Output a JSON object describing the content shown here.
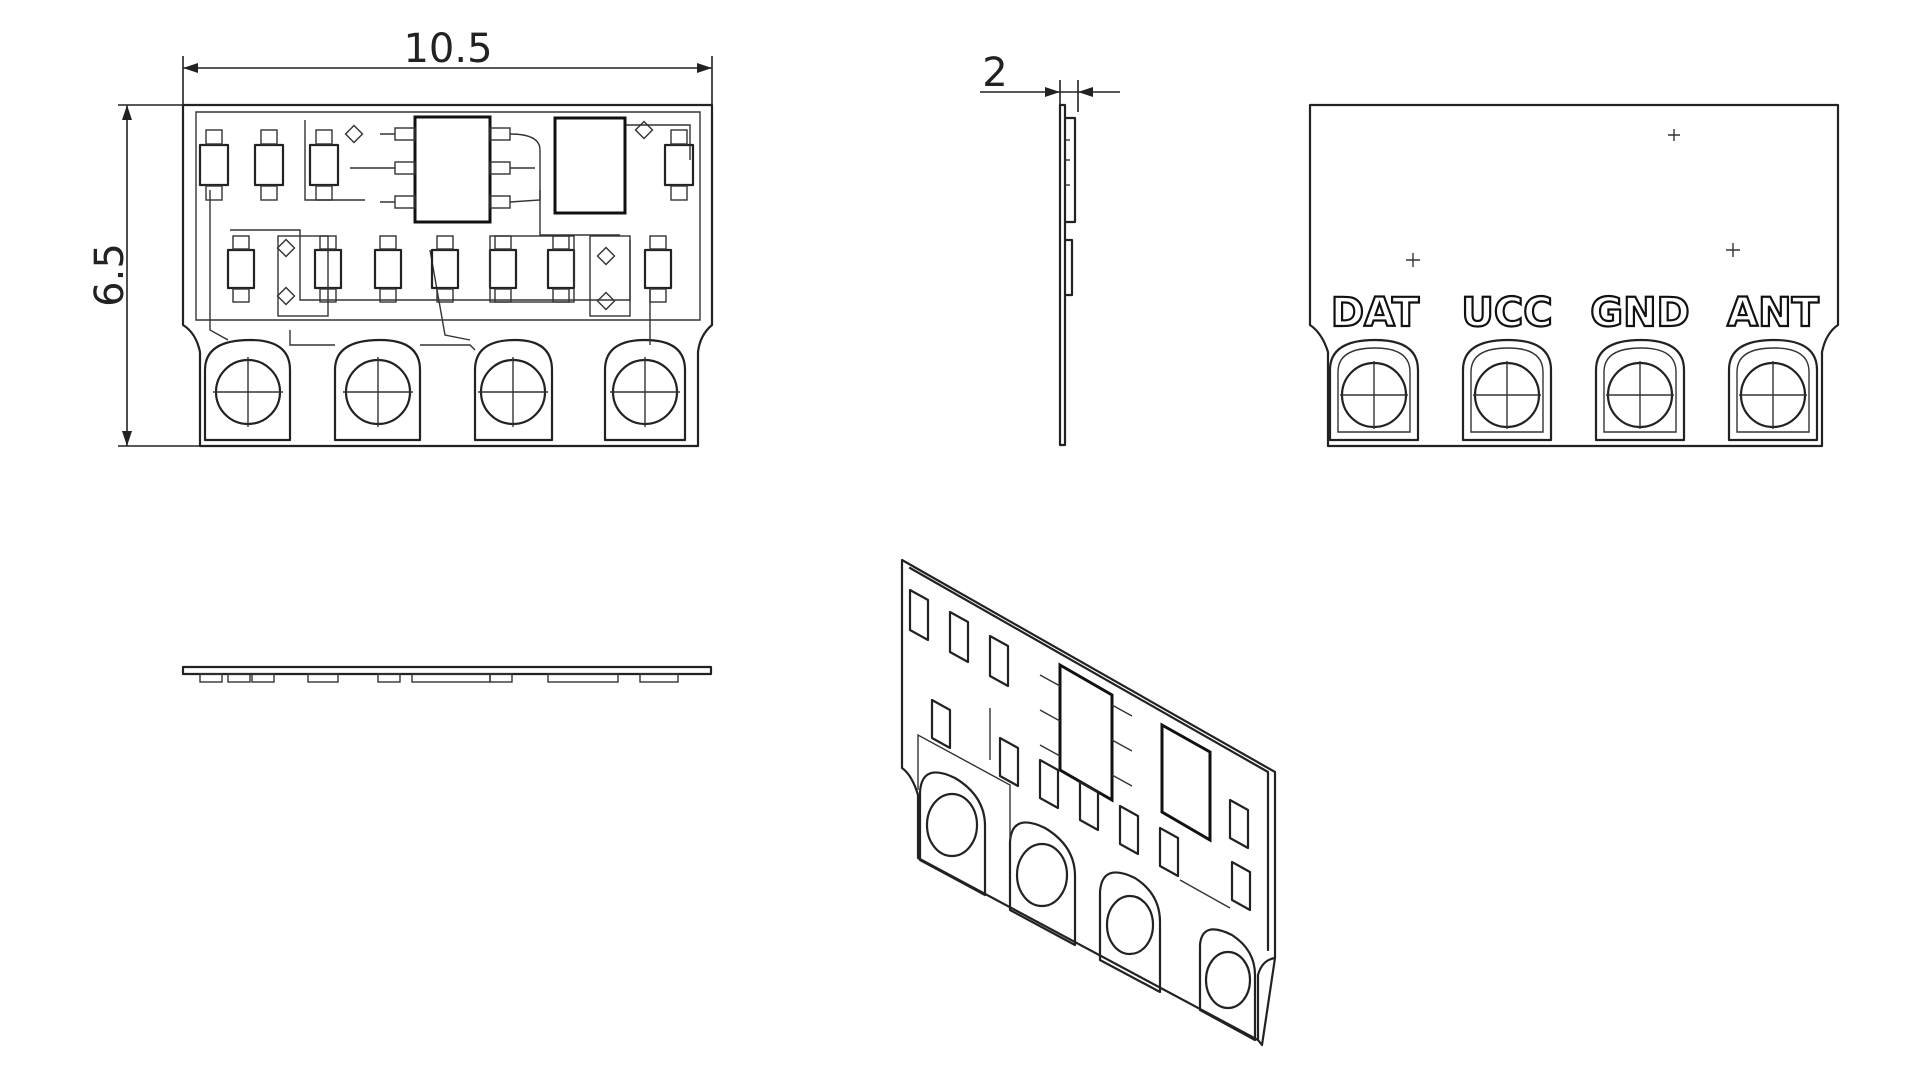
{
  "dimensions": {
    "width_label": "10.5",
    "height_label": "6.5",
    "thickness_label": "2"
  },
  "pins": [
    {
      "label": "DAT"
    },
    {
      "label": "UCC"
    },
    {
      "label": "GND"
    },
    {
      "label": "ANT"
    }
  ],
  "colors": {
    "line": "#222222",
    "background": "#ffffff"
  }
}
